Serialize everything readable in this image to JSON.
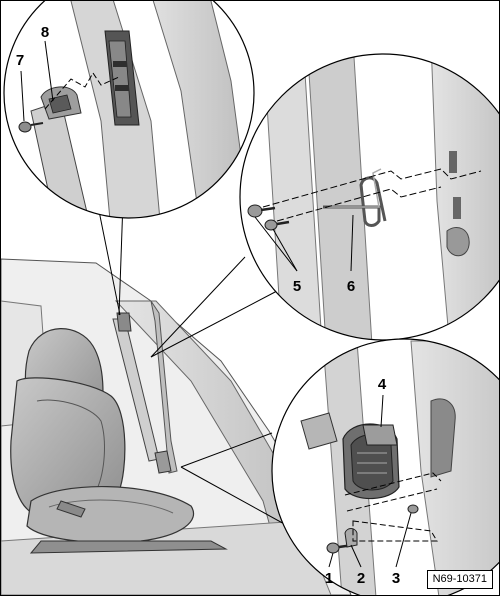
{
  "figure": {
    "reference_code": "N69-10371",
    "colors": {
      "ink": "#000000",
      "panel": "#d8d8d8",
      "panel_dark": "#9a9a9a",
      "metal": "#7a7a7a",
      "shadow": "#4d4d4d"
    }
  },
  "callouts": [
    {
      "id": "1",
      "label": "1"
    },
    {
      "id": "2",
      "label": "2"
    },
    {
      "id": "3",
      "label": "3"
    },
    {
      "id": "4",
      "label": "4"
    },
    {
      "id": "5",
      "label": "5"
    },
    {
      "id": "6",
      "label": "6"
    },
    {
      "id": "7",
      "label": "7"
    },
    {
      "id": "8",
      "label": "8"
    }
  ]
}
